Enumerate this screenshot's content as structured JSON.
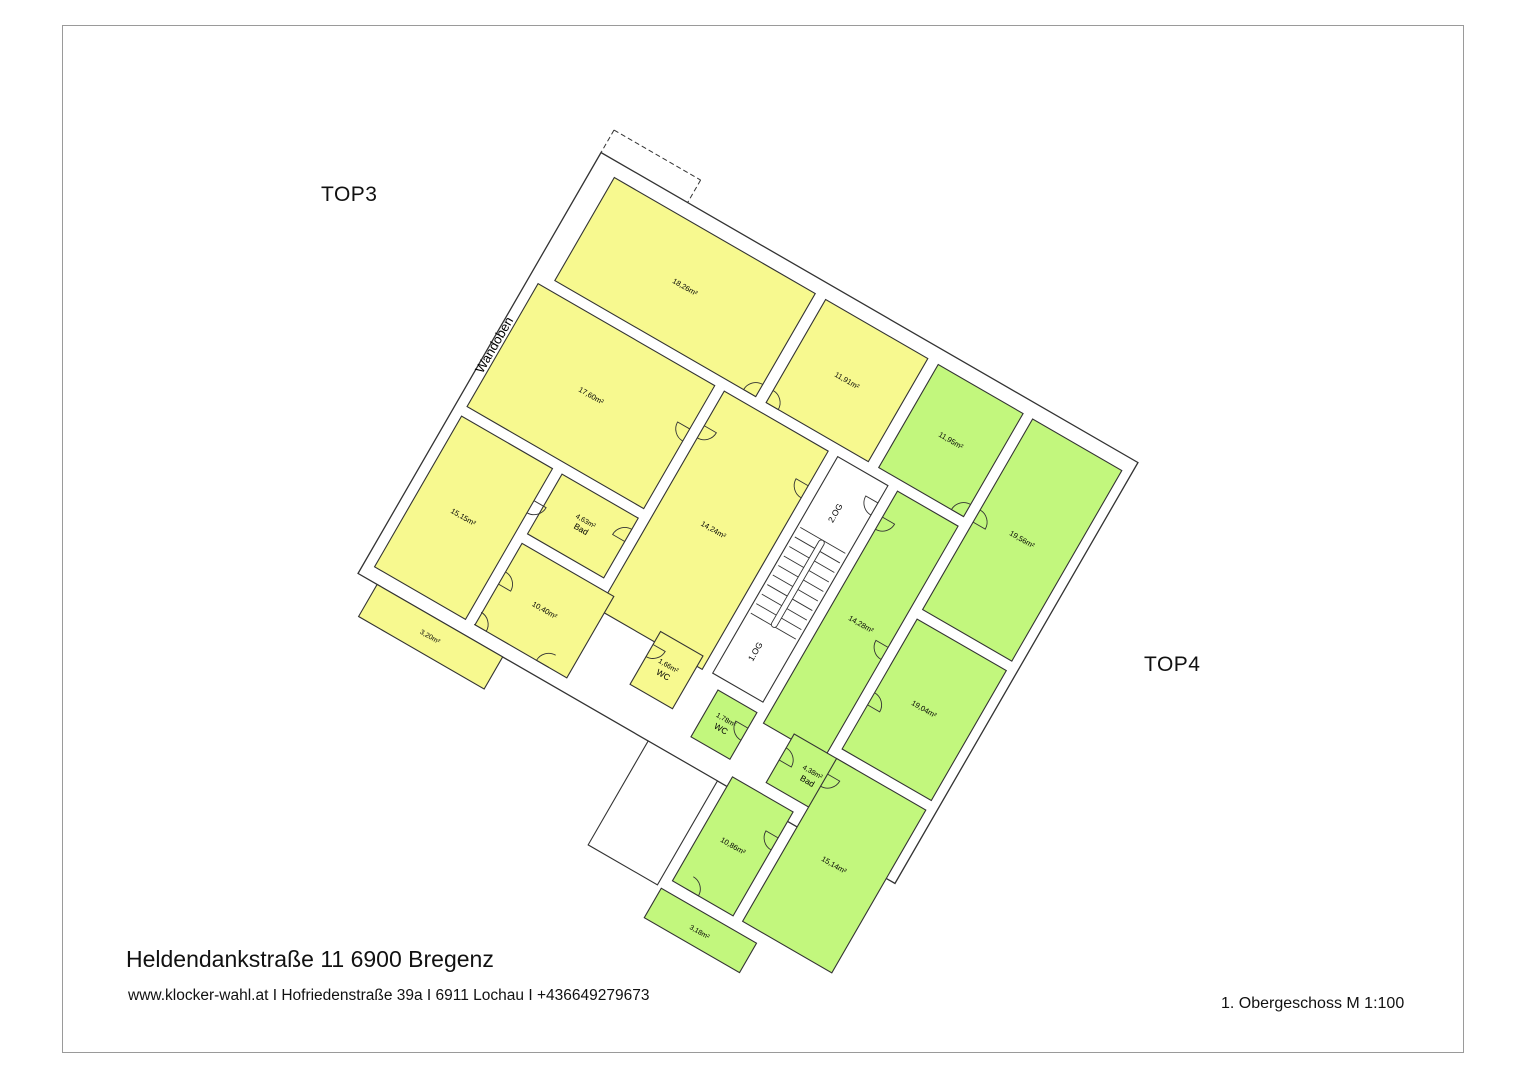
{
  "sheet": {
    "address": "Heldendankstraße 11 6900 Bregenz",
    "contact": "www.klocker-wahl.at I Hofriedenstraße 39a I 6911 Lochau I +436649279673",
    "scale_label": "1. Obergeschoss M 1:100"
  },
  "units": {
    "top3": {
      "label": "TOP3",
      "color": "#f7f98f"
    },
    "top4": {
      "label": "TOP4",
      "color": "#c2f77d"
    }
  },
  "wall_label": "Wandoben",
  "stair": {
    "up_label": "2.OG",
    "down_label": "1.OG"
  },
  "rooms": {
    "r1": {
      "area": "18,26m²"
    },
    "r2": {
      "area": "11,91m²"
    },
    "r3": {
      "area": "17,60m²"
    },
    "r4": {
      "area": "14,24m²"
    },
    "r5": {
      "area": "4,63m²",
      "name": "Bad"
    },
    "r6": {
      "area": "1,66m²",
      "name": "WC"
    },
    "r7": {
      "area": "15,15m²"
    },
    "r8": {
      "area": "10,40m²"
    },
    "r9": {
      "area": "3,20m²"
    },
    "r10": {
      "area": "11,95m²"
    },
    "r11": {
      "area": "19,56m²"
    },
    "r12": {
      "area": "14,28m²"
    },
    "r13": {
      "area": "1,78m²",
      "name": "WC"
    },
    "r14": {
      "area": "19,04m²"
    },
    "r15": {
      "area": "4,38m²",
      "name": "Bad"
    },
    "r16": {
      "area": "10,86m²"
    },
    "r17": {
      "area": "15,14m²"
    },
    "r18": {
      "area": "3,18m²"
    }
  },
  "colors": {
    "wall": "#ffffff",
    "line": "#333333",
    "frame": "#9a9a9a"
  }
}
